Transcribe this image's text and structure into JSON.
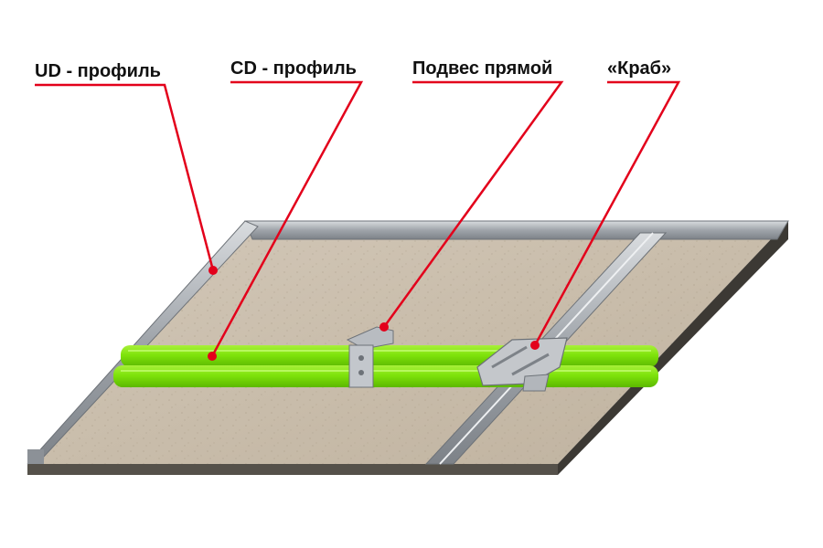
{
  "labels": {
    "ud_profile": "UD - профиль",
    "cd_profile": "CD - профиль",
    "direct_hanger": "Подвес прямой",
    "crab": "«Краб»"
  },
  "colors": {
    "callout": "#e3001b",
    "cd_profile": "#7ee30b",
    "metal": "#a9adb3",
    "slab": "#cbbfae",
    "text": "#111111"
  }
}
